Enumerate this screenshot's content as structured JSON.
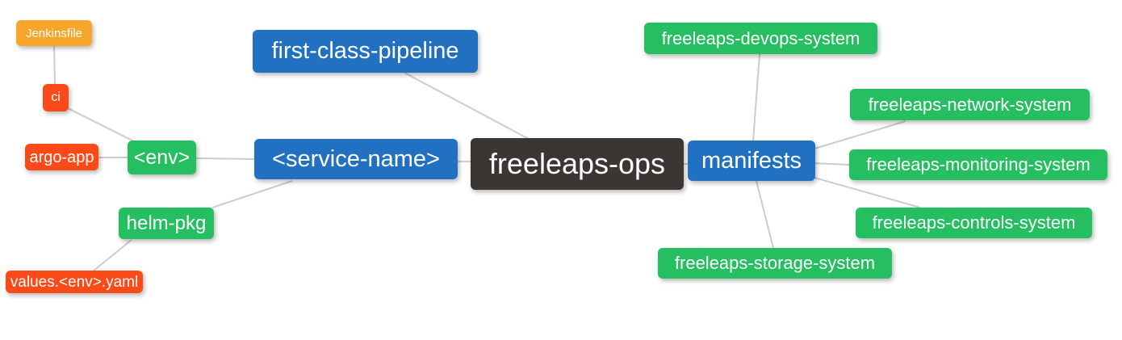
{
  "diagram": {
    "type": "mindmap",
    "root": "freeleaps-ops",
    "background": "#ffffff"
  },
  "colors": {
    "root_dark": "#3b3634",
    "branch_blue": "#2170c2",
    "green": "#25be60",
    "red": "#fa4a18",
    "orange": "#f7a62b",
    "edge_gray": "#cccccc",
    "text": "#ffffff"
  },
  "nodes": [
    {
      "id": "jenkinsfile",
      "label": "Jenkinsfile",
      "color": "#f7a62b"
    },
    {
      "id": "ci",
      "label": "ci",
      "color": "#fa4a18"
    },
    {
      "id": "argo-app",
      "label": "argo-app",
      "color": "#fa4a18"
    },
    {
      "id": "env",
      "label": "<env>",
      "color": "#25be60"
    },
    {
      "id": "helm-pkg",
      "label": "helm-pkg",
      "color": "#25be60"
    },
    {
      "id": "values-env-yaml",
      "label": "values.<env>.yaml",
      "color": "#fa4a18"
    },
    {
      "id": "first-class-pipeline",
      "label": "first-class-pipeline",
      "color": "#2170c2"
    },
    {
      "id": "service-name",
      "label": "<service-name>",
      "color": "#2170c2"
    },
    {
      "id": "freeleaps-ops",
      "label": "freeleaps-ops",
      "color": "#3b3634"
    },
    {
      "id": "manifests",
      "label": "manifests",
      "color": "#2170c2"
    },
    {
      "id": "freeleaps-devops-system",
      "label": "freeleaps-devops-system",
      "color": "#25be60"
    },
    {
      "id": "freeleaps-network-system",
      "label": "freeleaps-network-system",
      "color": "#25be60"
    },
    {
      "id": "freeleaps-monitoring-system",
      "label": "freeleaps-monitoring-system",
      "color": "#25be60"
    },
    {
      "id": "freeleaps-controls-system",
      "label": "freeleaps-controls-system",
      "color": "#25be60"
    },
    {
      "id": "freeleaps-storage-system",
      "label": "freeleaps-storage-system",
      "color": "#25be60"
    }
  ],
  "edges": [
    {
      "from": "freeleaps-ops",
      "to": "first-class-pipeline"
    },
    {
      "from": "freeleaps-ops",
      "to": "service-name"
    },
    {
      "from": "freeleaps-ops",
      "to": "manifests"
    },
    {
      "from": "service-name",
      "to": "env"
    },
    {
      "from": "service-name",
      "to": "helm-pkg"
    },
    {
      "from": "env",
      "to": "ci"
    },
    {
      "from": "env",
      "to": "argo-app"
    },
    {
      "from": "ci",
      "to": "jenkinsfile"
    },
    {
      "from": "helm-pkg",
      "to": "values-env-yaml"
    },
    {
      "from": "manifests",
      "to": "freeleaps-devops-system"
    },
    {
      "from": "manifests",
      "to": "freeleaps-network-system"
    },
    {
      "from": "manifests",
      "to": "freeleaps-monitoring-system"
    },
    {
      "from": "manifests",
      "to": "freeleaps-controls-system"
    },
    {
      "from": "manifests",
      "to": "freeleaps-storage-system"
    }
  ]
}
